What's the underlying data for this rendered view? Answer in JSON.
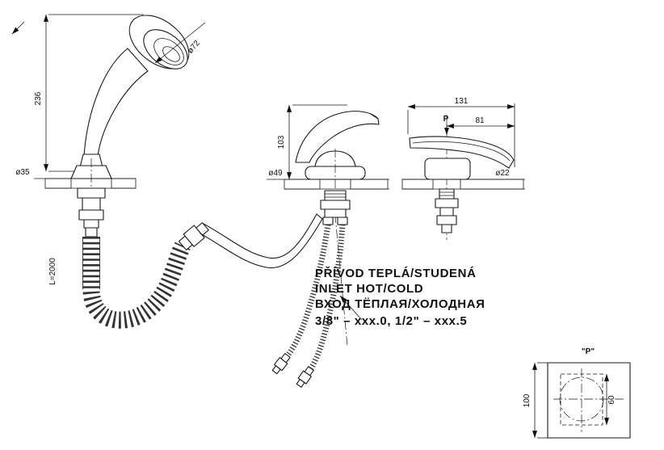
{
  "drawing": {
    "title": "bath-mixer-technical-drawing",
    "colors": {
      "line": "#1a1a1a",
      "background": "#ffffff",
      "hatch": "#444444"
    },
    "dims": {
      "shower_head_diameter": "ø72",
      "shower_height": "236",
      "shower_base_diameter": "ø35",
      "hose_length": "L=2000",
      "mixer_height": "103",
      "mixer_base_diameter": "ø49",
      "spout_total_length": "131",
      "spout_projection": "81",
      "section_marker": "P",
      "spout_outlet_diameter": "ø22",
      "detail_title": "\"P\"",
      "detail_height": "100",
      "detail_inner_width": "60"
    },
    "notes": {
      "line1": "PŘÍVOD TEPLÁ/STUDENÁ",
      "line2": "INLET HOT/COLD",
      "line3": "ВХОД ТЁПЛАЯ/ХОЛОДНАЯ",
      "line4": "3/8\" – xxx.0, 1/2\" – xxx.5"
    }
  }
}
